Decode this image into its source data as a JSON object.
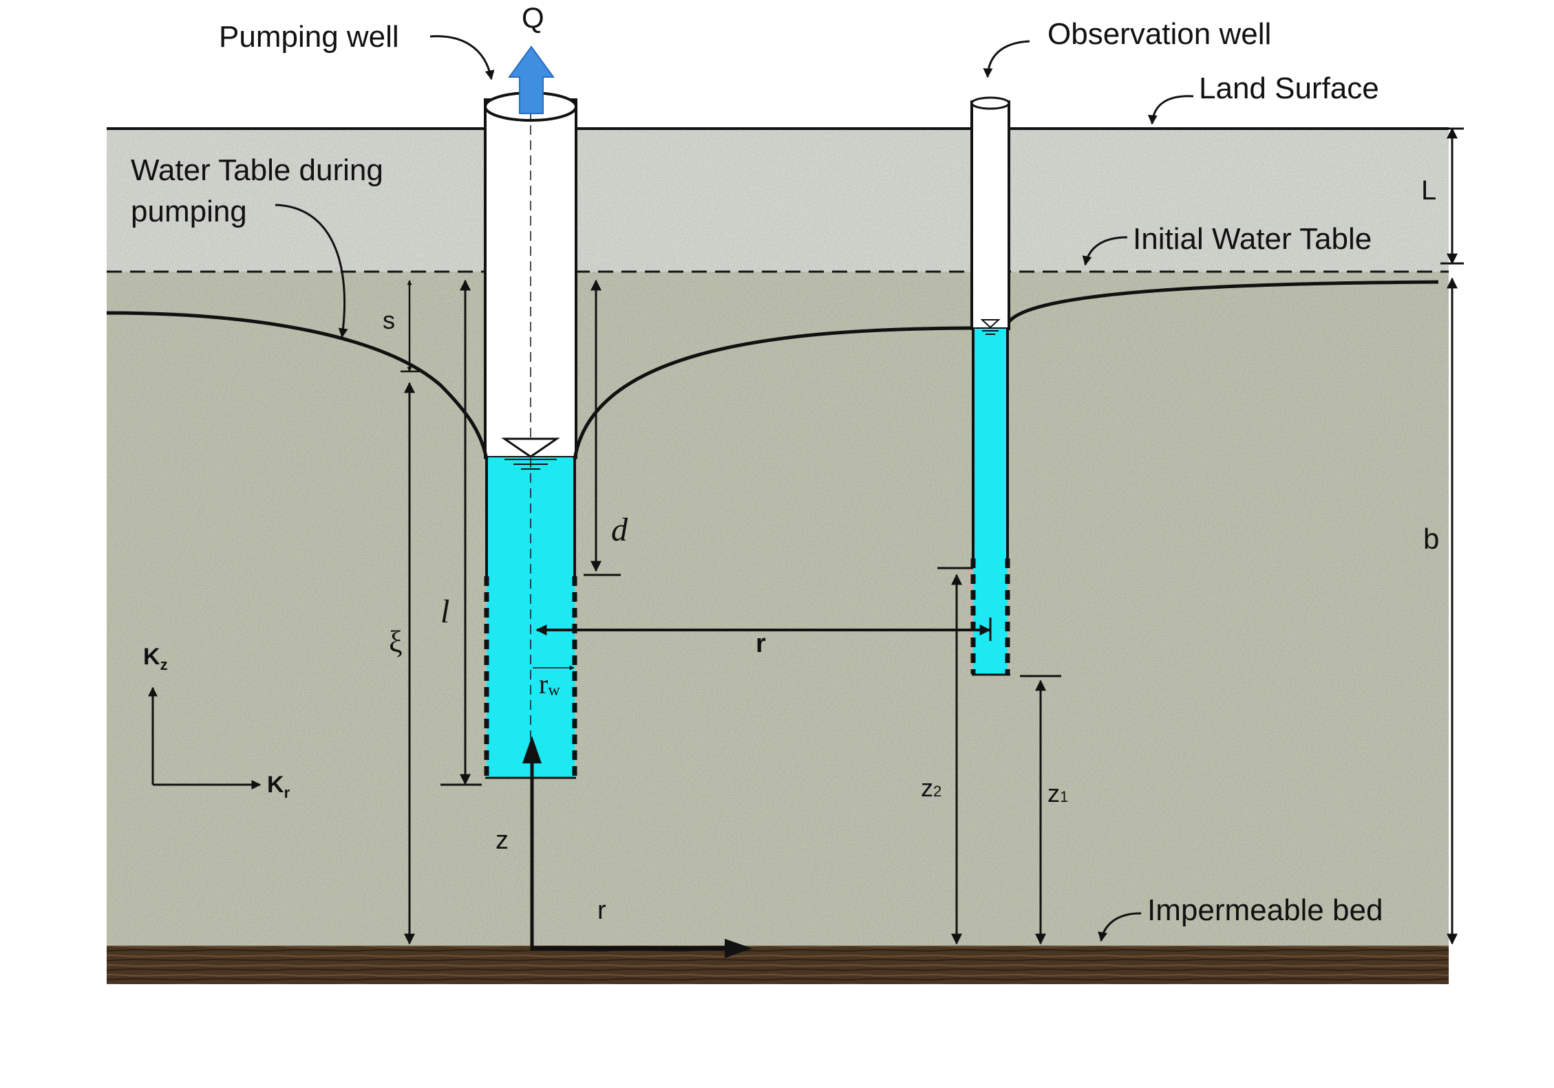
{
  "labels": {
    "pumping_well": "Pumping well",
    "discharge": "Q",
    "observation_well": "Observation well",
    "land_surface": "Land Surface",
    "water_table_during_pumping_line1": "Water Table during",
    "water_table_during_pumping_line2": "pumping",
    "initial_water_table": "Initial Water Table",
    "impermeable_bed": "Impermeable bed",
    "unsaturated_thickness": "L",
    "aquifer_thickness": "b",
    "drawdown": "s",
    "screen_top_depth": "d",
    "screen_bottom_depth": "l",
    "saturated_thickness_at_well": "ξ",
    "radial_distance": "r",
    "well_radius": "r",
    "well_radius_subscript": "w",
    "vertical_conductivity": "K",
    "vertical_conductivity_subscript": "z",
    "radial_conductivity": "K",
    "radial_conductivity_subscript": "r",
    "vertical_coordinate": "z",
    "radial_coordinate": "r",
    "obs_screen_top": "z",
    "obs_screen_top_subscript": "2",
    "obs_screen_bottom": "z",
    "obs_screen_bottom_subscript": "1"
  },
  "colors": {
    "unsaturated_zone": "#dcdfd8",
    "saturated_zone": "#c6c8b6",
    "impermeable_bed": "#4a3523",
    "well_water": "#1ee8f2",
    "discharge_arrow": "#3f8fe0",
    "line": "#111111"
  }
}
